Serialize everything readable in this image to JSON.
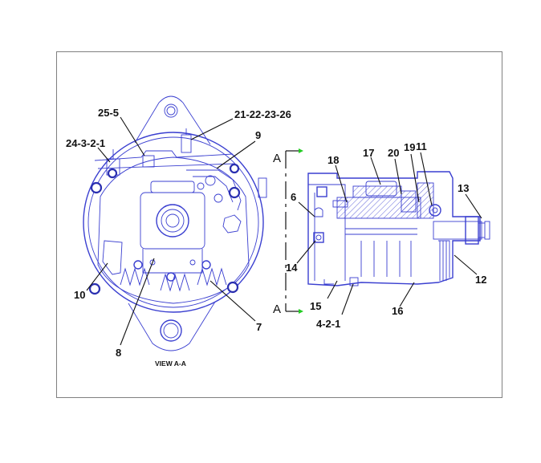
{
  "figure": {
    "view_caption": "VIEW A-A",
    "section_mark_top": "A",
    "section_mark_bottom": "A"
  },
  "callouts": {
    "c25_5": "25-5",
    "c21_22_23_26": "21-22-23-26",
    "c24_3_2_1": "24-3-2-1",
    "c9": "9",
    "c10": "10",
    "c8": "8",
    "c7": "7",
    "c18": "18",
    "c17": "17",
    "c20": "20",
    "c19": "19",
    "c11": "11",
    "c13": "13",
    "c6": "6",
    "c14": "14",
    "c12": "12",
    "c15": "15",
    "c4_2_1": "4-2-1",
    "c16": "16"
  },
  "colors": {
    "line": "#3a3fd0",
    "frame": "#808080",
    "arrow": "#22cc22",
    "text": "#111111"
  }
}
